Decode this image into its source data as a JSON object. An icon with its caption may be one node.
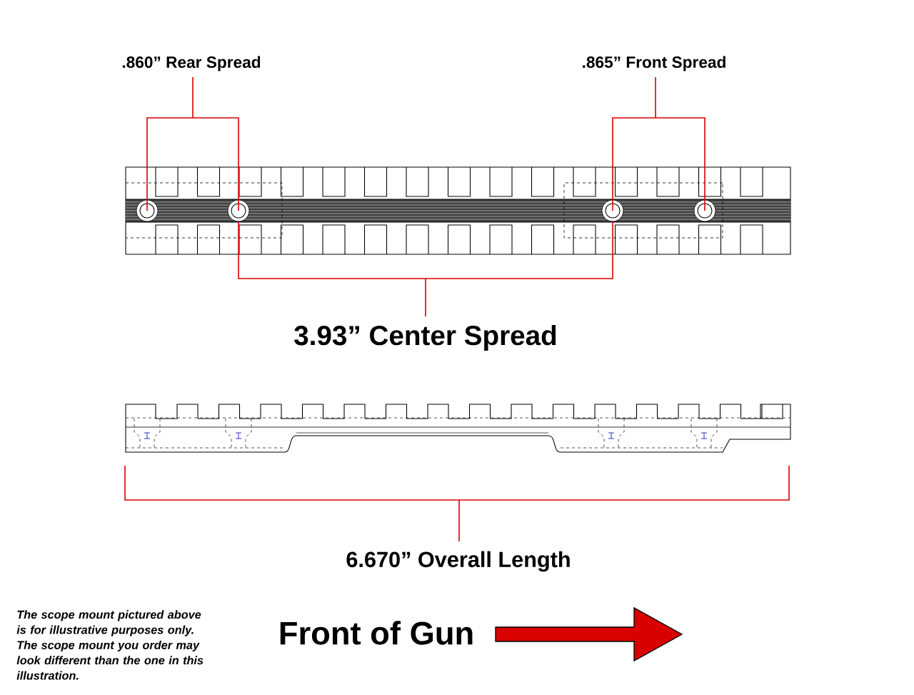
{
  "diagram": {
    "labels": [
      ".860” Rear Spread",
      ".865” Front Spread",
      "3.93” Center Spread",
      "6.670” Overall Length",
      "Front of Gun",
      "*The scope mount pictured above is for illustrative purposes only. The scope mount you order may look different than the one in this illustration.*"
    ]
  }
}
